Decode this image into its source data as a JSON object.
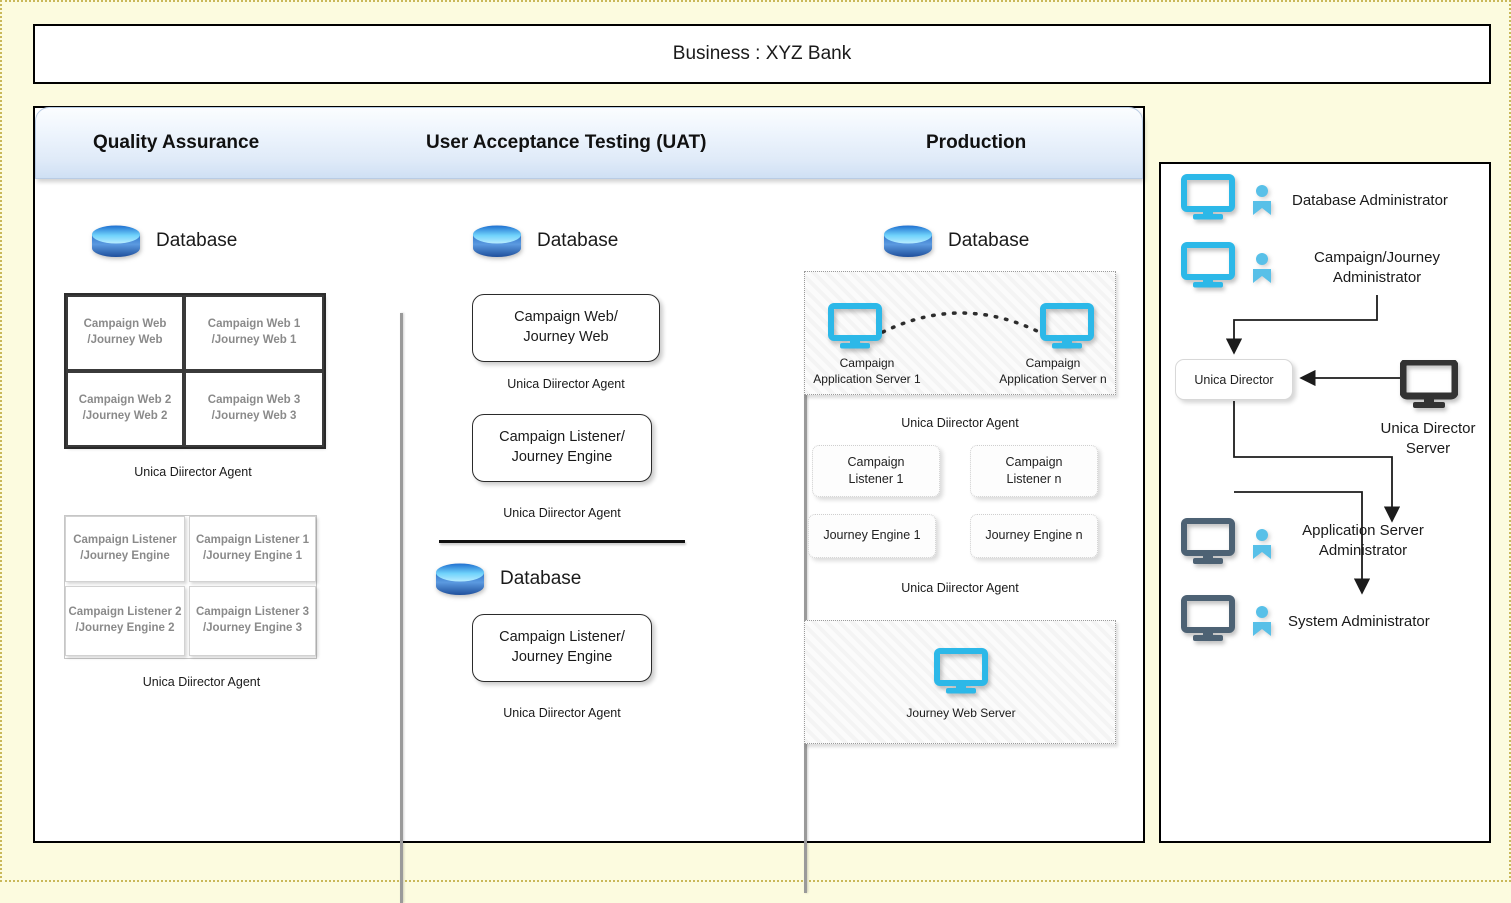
{
  "business": {
    "title": "Business : XYZ Bank"
  },
  "environments": {
    "tabs": [
      {
        "label": "Quality Assurance"
      },
      {
        "label": "User Acceptance Testing (UAT)"
      },
      {
        "label": "Production"
      }
    ]
  },
  "qa": {
    "database_label": "Database",
    "database_icon": "database-icon",
    "web_grid": [
      {
        "label": "Campaign Web\n/Journey Web"
      },
      {
        "label": "Campaign Web 1\n/Journey Web 1"
      },
      {
        "label": "Campaign Web 2\n/Journey Web 2"
      },
      {
        "label": "Campaign Web 3\n/Journey Web 3"
      }
    ],
    "web_grid_cells": {
      "c0_l1": "Campaign Web",
      "c0_l2": "/Journey Web",
      "c1_l1": "Campaign Web 1",
      "c1_l2": "/Journey Web 1",
      "c2_l1": "Campaign Web 2",
      "c2_l2": "/Journey Web 2",
      "c3_l1": "Campaign Web 3",
      "c3_l2": "/Journey Web 3"
    },
    "web_agent_label": "Unica Diirector Agent",
    "listener_grid_cells": {
      "c0_l1": "Campaign Listener",
      "c0_l2": "/Journey Engine",
      "c1_l1": "Campaign Listener 1",
      "c1_l2": "/Journey Engine 1",
      "c2_l1": "Campaign Listener 2",
      "c2_l2": "/Journey Engine 2",
      "c3_l1": "Campaign Listener 3",
      "c3_l2": "/Journey Engine 3"
    },
    "listener_agent_label": "Unica Diirector Agent"
  },
  "uat": {
    "database_label_1": "Database",
    "database_label_2": "Database",
    "web_box": {
      "line1": "Campaign Web/",
      "line2": "Journey Web"
    },
    "web_agent_label": "Unica Diirector Agent",
    "listener_box": {
      "line1": "Campaign Listener/",
      "line2": "Journey Engine"
    },
    "listener_agent_label": "Unica Diirector Agent",
    "listener_box_2": {
      "line1": "Campaign Listener/",
      "line2": "Journey Engine"
    },
    "listener_agent_label_2": "Unica Diirector Agent"
  },
  "production": {
    "database_label": "Database",
    "app_servers": [
      {
        "line1": "Campaign",
        "line2": "Application Server 1",
        "icon": "monitor-icon"
      },
      {
        "line1": "Campaign",
        "line2": "Application Server n",
        "icon": "monitor-icon"
      }
    ],
    "app_agent_label": "Unica Diirector Agent",
    "nodes": [
      {
        "line1": "Campaign",
        "line2": "Listener 1"
      },
      {
        "line1": "Campaign",
        "line2": "Listener n"
      },
      {
        "line1": "Journey Engine 1",
        "line2": ""
      },
      {
        "line1": "Journey Engine n",
        "line2": ""
      }
    ],
    "nodes_agent_label": "Unica Diirector Agent",
    "journey_web_server": {
      "label": "Journey Web Server",
      "icon": "monitor-icon"
    }
  },
  "admin": {
    "roles": [
      {
        "label": "Database Administrator",
        "monitor_icon": "monitor-icon",
        "person_icon": "person-icon"
      },
      {
        "label_line1": "Campaign/Journey",
        "label_line2": "Administrator",
        "monitor_icon": "monitor-icon",
        "person_icon": "person-icon"
      },
      {
        "label_line1": "Application Server",
        "label_line2": "Administrator",
        "monitor_icon": "monitor-dark-icon",
        "person_icon": "person-icon"
      },
      {
        "label": "System Administrator",
        "monitor_icon": "monitor-dark-icon",
        "person_icon": "person-icon"
      }
    ],
    "unica_director": {
      "label": "Unica Director"
    },
    "unica_director_server": {
      "line1": "Unica Director",
      "line2": "Server",
      "icon": "monitor-black-icon"
    }
  },
  "colors": {
    "canvas_background": "#fcfbdf",
    "canvas_border": "#c9b85a",
    "tab_gradient_top": "#fbfdff",
    "tab_gradient_bottom": "#cfe0f4",
    "accent_cyan": "#2cb8e8",
    "monitor_dark": "#4d6274",
    "monitor_black": "#333333",
    "grey_text": "#8a8a8a",
    "divider_grey": "#9a9a9a"
  }
}
